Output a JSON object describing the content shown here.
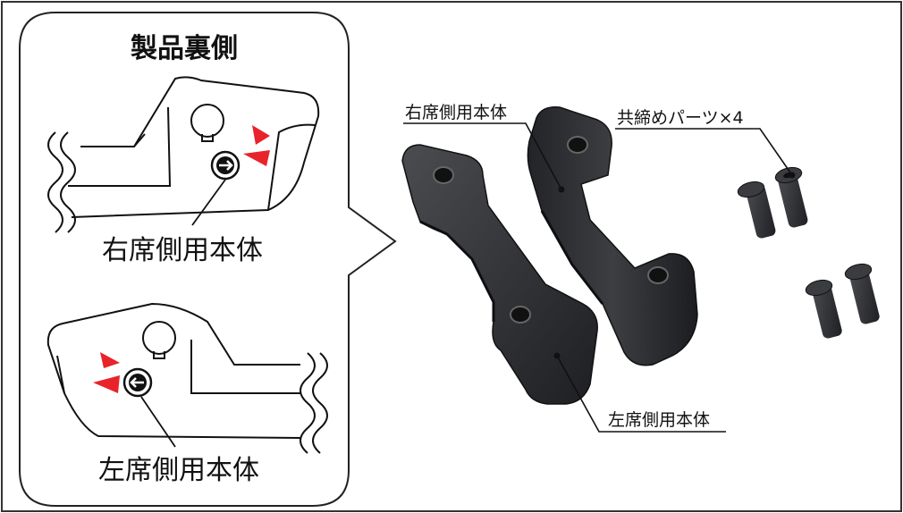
{
  "panel": {
    "title": "製品裏側",
    "right_label": "右席側用本体",
    "left_label": "左席側用本体"
  },
  "callouts": {
    "right_body": "右席側用本体",
    "parts": "共締めパーツ×4",
    "left_body": "左席側用本体"
  },
  "icons": {
    "right_arrow": "arrow-right-icon",
    "left_arrow": "arrow-left-icon"
  },
  "colors": {
    "accent_red": "#e8232a",
    "part_black": "#2b2d30",
    "frame": "#333333"
  }
}
